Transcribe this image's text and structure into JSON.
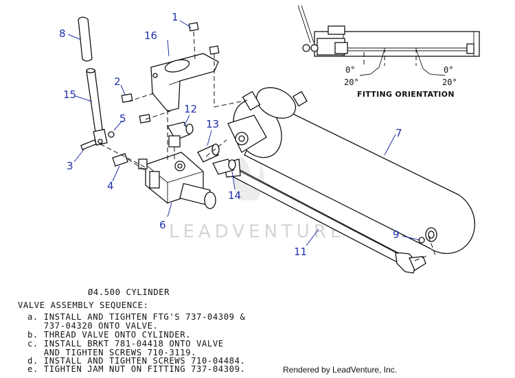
{
  "diagram": {
    "callouts": [
      "1",
      "2",
      "3",
      "4",
      "5",
      "6",
      "7",
      "8",
      "9",
      "11",
      "12",
      "13",
      "14",
      "15",
      "16"
    ],
    "inset": {
      "title": "FITTING ORIENTATION",
      "angle_left_top": "0°",
      "angle_left_bottom": "20°",
      "angle_right_top": "0°",
      "angle_right_bottom": "20°"
    },
    "cylinder_label": "Ø4.500 CYLINDER",
    "sequence_title": "VALVE ASSEMBLY SEQUENCE:",
    "steps": [
      "a. INSTALL AND TIGHTEN FTG'S 737-04309 &",
      "   737-04320 ONTO VALVE.",
      "b. THREAD VALVE ONTO CYLINDER.",
      "c. INSTALL BRKT 781-04418 ONTO VALVE",
      "   AND TIGHTEN SCREWS 710-3119.",
      "d. INSTALL AND TIGHTEN SCREWS 710-04484.",
      "e. TIGHTEN JAM NUT ON FITTING 737-04309."
    ],
    "watermark": "LEADVENTURE",
    "credit": "Rendered by LeadVenture, Inc.",
    "colors": {
      "callout": "#1e2fa8",
      "line": "#111111",
      "watermark": "#d4d4d4"
    }
  }
}
